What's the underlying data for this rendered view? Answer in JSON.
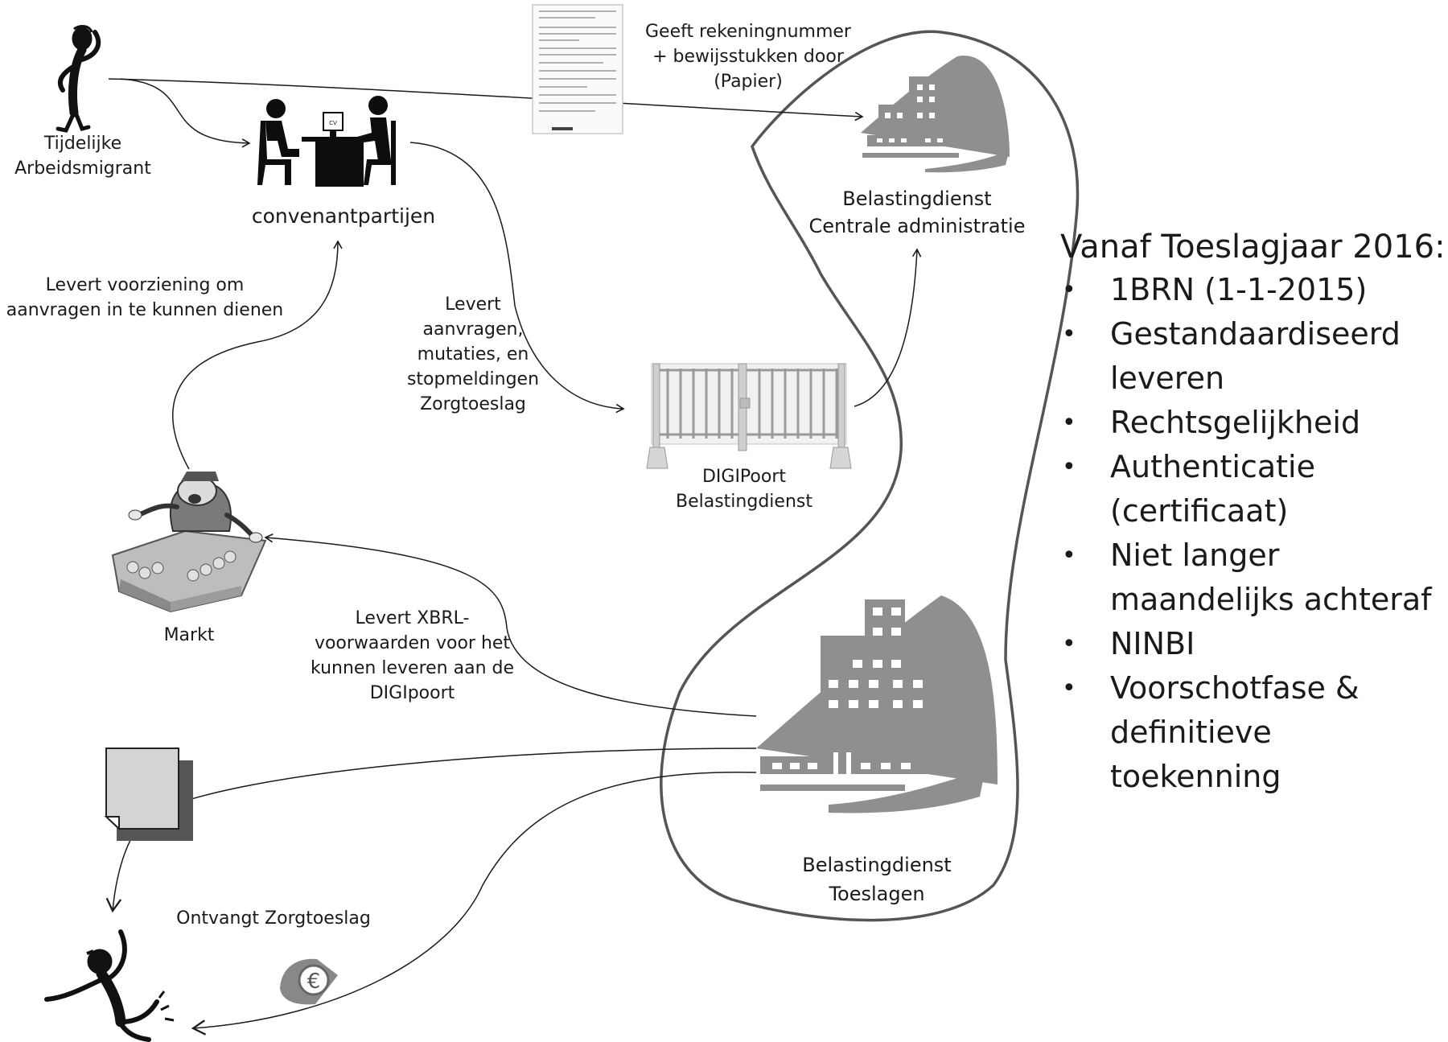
{
  "actors": {
    "migrant": "Tijdelijke\nArbeidsmigrant",
    "partners": "convenantpartijen",
    "central_admin": "Belastingdienst\nCentrale administratie",
    "digipoort": "DIGIPoort\nBelastingdienst",
    "market": "Markt",
    "toeslagen": "Belastingdienst\nToeslagen"
  },
  "flows": {
    "paper": "Geeft rekeningnummer\n+ bewijsstukken  door\n(Papier)",
    "facility": "Levert voorziening om\naanvragen in te  kunnen dienen",
    "requests": "Levert\naanvragen,\nmutaties, en\nstopmeldingen\nZorgtoeslag",
    "xbrl": "Levert XBRL-\nvoorwaarden voor het\nkunnen leveren aan de\nDIGIpoort",
    "receives": "Ontvangt Zorgtoeslag"
  },
  "side_panel": {
    "title": "Vanaf Toeslagjaar 2016:",
    "items": [
      "1BRN (1-1-2015)",
      "Gestandaardiseerd leveren",
      "Rechtsgelijkheid",
      "Authenticatie (certificaat)",
      "Niet langer maandelijks achteraf",
      "NINBI",
      "Voorschotfase & definitieve toekenning"
    ]
  },
  "icons": {
    "migrant": "thinking-stick-figure-icon",
    "partners": "office-desk-meeting-icon",
    "paper_form": "paper-form-icon",
    "central_admin": "office-building-icon",
    "digipoort": "gate-icon",
    "market": "market-vendor-icon",
    "toeslagen": "office-building-icon",
    "documents": "documents-stack-icon",
    "euro": "euro-coin-icon",
    "happy_person": "jumping-stick-figure-icon"
  }
}
